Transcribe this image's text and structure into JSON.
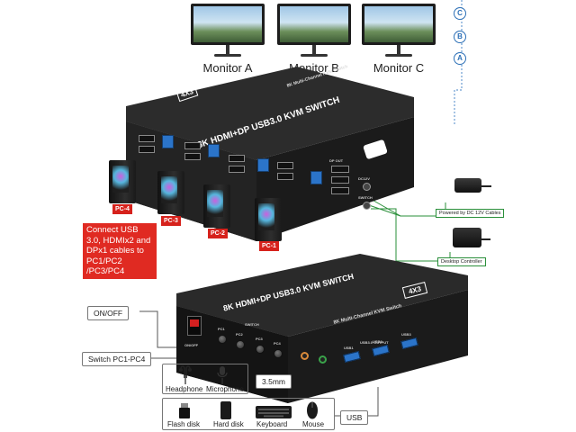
{
  "monitors": [
    {
      "label": "Monitor A"
    },
    {
      "label": "Monitor B"
    },
    {
      "label": "Monitor C"
    }
  ],
  "channels": [
    "C",
    "B",
    "A"
  ],
  "top_unit": {
    "title": "8K HDMI+DP USB3.0 KVM SWITCH",
    "model": "4X3",
    "subtitle": "8K Multi-Channel KVM Switch",
    "port_dc": "DC12V",
    "port_switch": "SWITCH",
    "dp_out": "DP OUT"
  },
  "pcs": [
    {
      "tag": "PC-4"
    },
    {
      "tag": "PC-3"
    },
    {
      "tag": "PC-2"
    },
    {
      "tag": "PC-1"
    }
  ],
  "connect_note": "Connect USB 3.0, HDMIx2 and DPx1 cables to PC1/PC2 /PC3/PC4",
  "power": {
    "label": "Powered by DC 12V Cables"
  },
  "controller": {
    "label": "Desktop Controller"
  },
  "front_unit": {
    "title": "8K HDMI+DP USB3.0 KVM SWITCH",
    "model": "4X3",
    "subtitle": "8K Multi-Channel KVM Switch",
    "onoff_small": "ON/OFF",
    "switch_small": "SWITCH",
    "pc_buttons": [
      "PC1",
      "PC2",
      "PC3",
      "PC4"
    ],
    "usb_output": "USB3.0 OUTPUT",
    "usb_ports": [
      "USB1",
      "USB2",
      "USB3"
    ]
  },
  "callouts": {
    "onoff": "ON/OFF",
    "switch_pc": "Switch PC1-PC4",
    "audio": "3.5mm",
    "usb": "USB"
  },
  "peripherals": {
    "headphone": "Headphone",
    "microphone": "Microphone",
    "flash": "Flash disk",
    "harddisk": "Hard disk",
    "keyboard": "Keyboard",
    "mouse": "Mouse"
  },
  "colors": {
    "accent_red": "#e02a22",
    "accent_blue": "#2b6fb6",
    "accent_green": "#2a8f3a",
    "device_black": "#1c1c1c"
  }
}
